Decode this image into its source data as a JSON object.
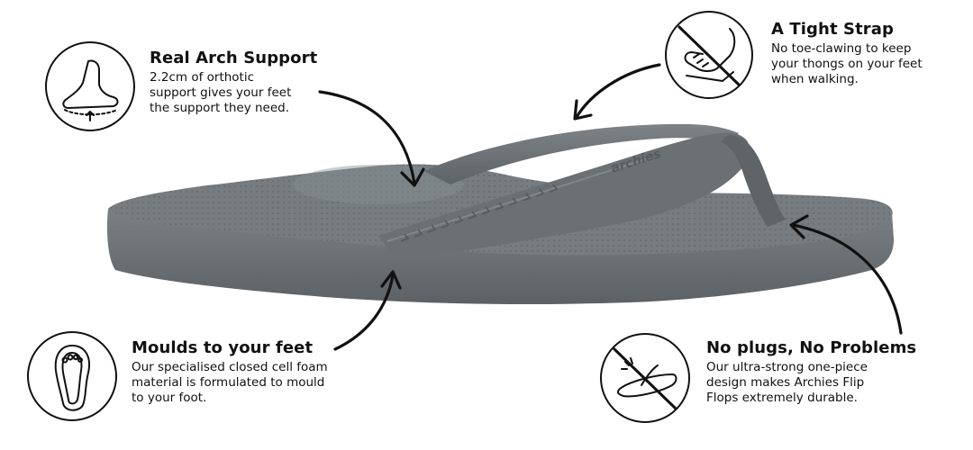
{
  "colors": {
    "sandal_base": "#6d7377",
    "sandal_dark": "#4f5458",
    "sandal_light": "#8a9094",
    "text": "#111111",
    "background": "#ffffff"
  },
  "brand_mark": "archies",
  "features": {
    "arch": {
      "title": "Real Arch Support",
      "desc": "2.2cm of orthotic\nsupport gives your feet\nthe support they need.",
      "icon": "foot-arch-icon"
    },
    "strap": {
      "title": "A Tight Strap",
      "desc": "No toe-clawing to keep\nyour thongs on your feet\nwhen walking.",
      "icon": "no-toe-claw-icon"
    },
    "moulds": {
      "title": "Moulds to your feet",
      "desc": "Our specialised closed cell foam\nmaterial is formulated to mould\nto your foot.",
      "icon": "footprint-insole-icon"
    },
    "plugs": {
      "title": "No plugs, No Problems",
      "desc": "Our ultra-strong one-piece\ndesign makes Archies Flip\nFlops extremely durable.",
      "icon": "no-plug-sandal-icon"
    }
  }
}
